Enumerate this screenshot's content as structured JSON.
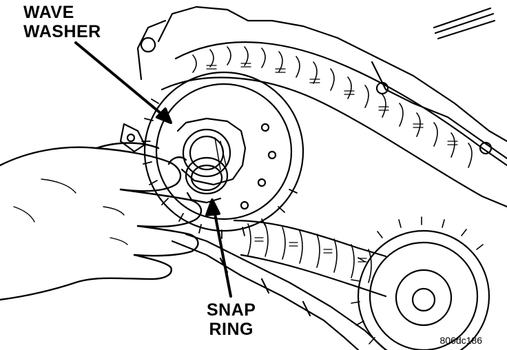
{
  "callouts": {
    "wave_washer": {
      "line1": "WAVE",
      "line2": "WASHER"
    },
    "snap_ring": {
      "line1": "SNAP",
      "line2": "RING"
    }
  },
  "figure_id": "806dc186",
  "colors": {
    "ink": "#000000",
    "paper": "#ffffff"
  }
}
